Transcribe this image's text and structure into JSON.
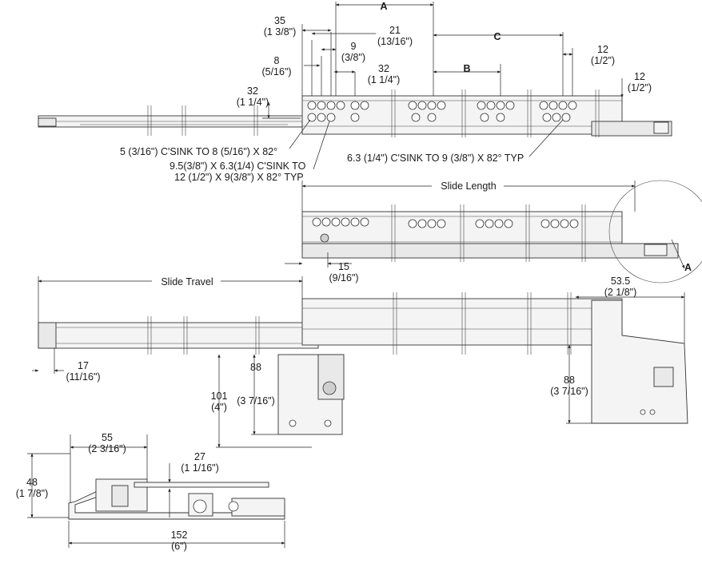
{
  "dimensions": {
    "top": {
      "d35": {
        "mm": "35",
        "in": "(1 3/8\")"
      },
      "dA": "A",
      "d21": {
        "mm": "21",
        "in": "(13/16\")"
      },
      "d9": {
        "mm": "9",
        "in": "(3/8\")"
      },
      "dC": "C",
      "d8": {
        "mm": "8",
        "in": "(5/16\")"
      },
      "d32a": {
        "mm": "32",
        "in": "(1 1/4\")"
      },
      "dB": "B",
      "d12a": {
        "mm": "12",
        "in": "(1/2\")"
      },
      "d12b": {
        "mm": "12",
        "in": "(1/2\")"
      },
      "d32b": {
        "mm": "32",
        "in": "(1 1/4\")"
      }
    },
    "notes": {
      "csink1": "5 (3/16\") C'SINK TO 8 (5/16\") X 82°",
      "csink2a": "9.5(3/8\") X 6.3(1/4) C'SINK TO",
      "csink2b": "12 (1/2\") X 9(3/8\") X 82° TYP",
      "csink3": "6.3 (1/4\") C'SINK TO 9 (3/8\") X 82° TYP"
    },
    "middle": {
      "slide_length": "Slide Length",
      "dA2": "A",
      "d15": {
        "mm": "15",
        "in": "(9/16\")"
      }
    },
    "extended": {
      "slide_travel": "Slide Travel",
      "d53": {
        "mm": "53.5",
        "in": "(2 1/8\")"
      },
      "d17": {
        "mm": "17",
        "in": "(11/16\")"
      },
      "d101": {
        "mm": "101",
        "in": "(4\")"
      },
      "d88a": {
        "mm": "88",
        "in": "(3 7/16\")"
      },
      "d88b": {
        "mm": "88",
        "in": "(3 7/16\")"
      }
    },
    "section": {
      "d55": {
        "mm": "55",
        "in": "(2 3/16\")"
      },
      "d27": {
        "mm": "27",
        "in": "(1 1/16\")"
      },
      "d48": {
        "mm": "48",
        "in": "(1 7/8\")"
      },
      "d152": {
        "mm": "152",
        "in": "(6\")"
      }
    }
  }
}
